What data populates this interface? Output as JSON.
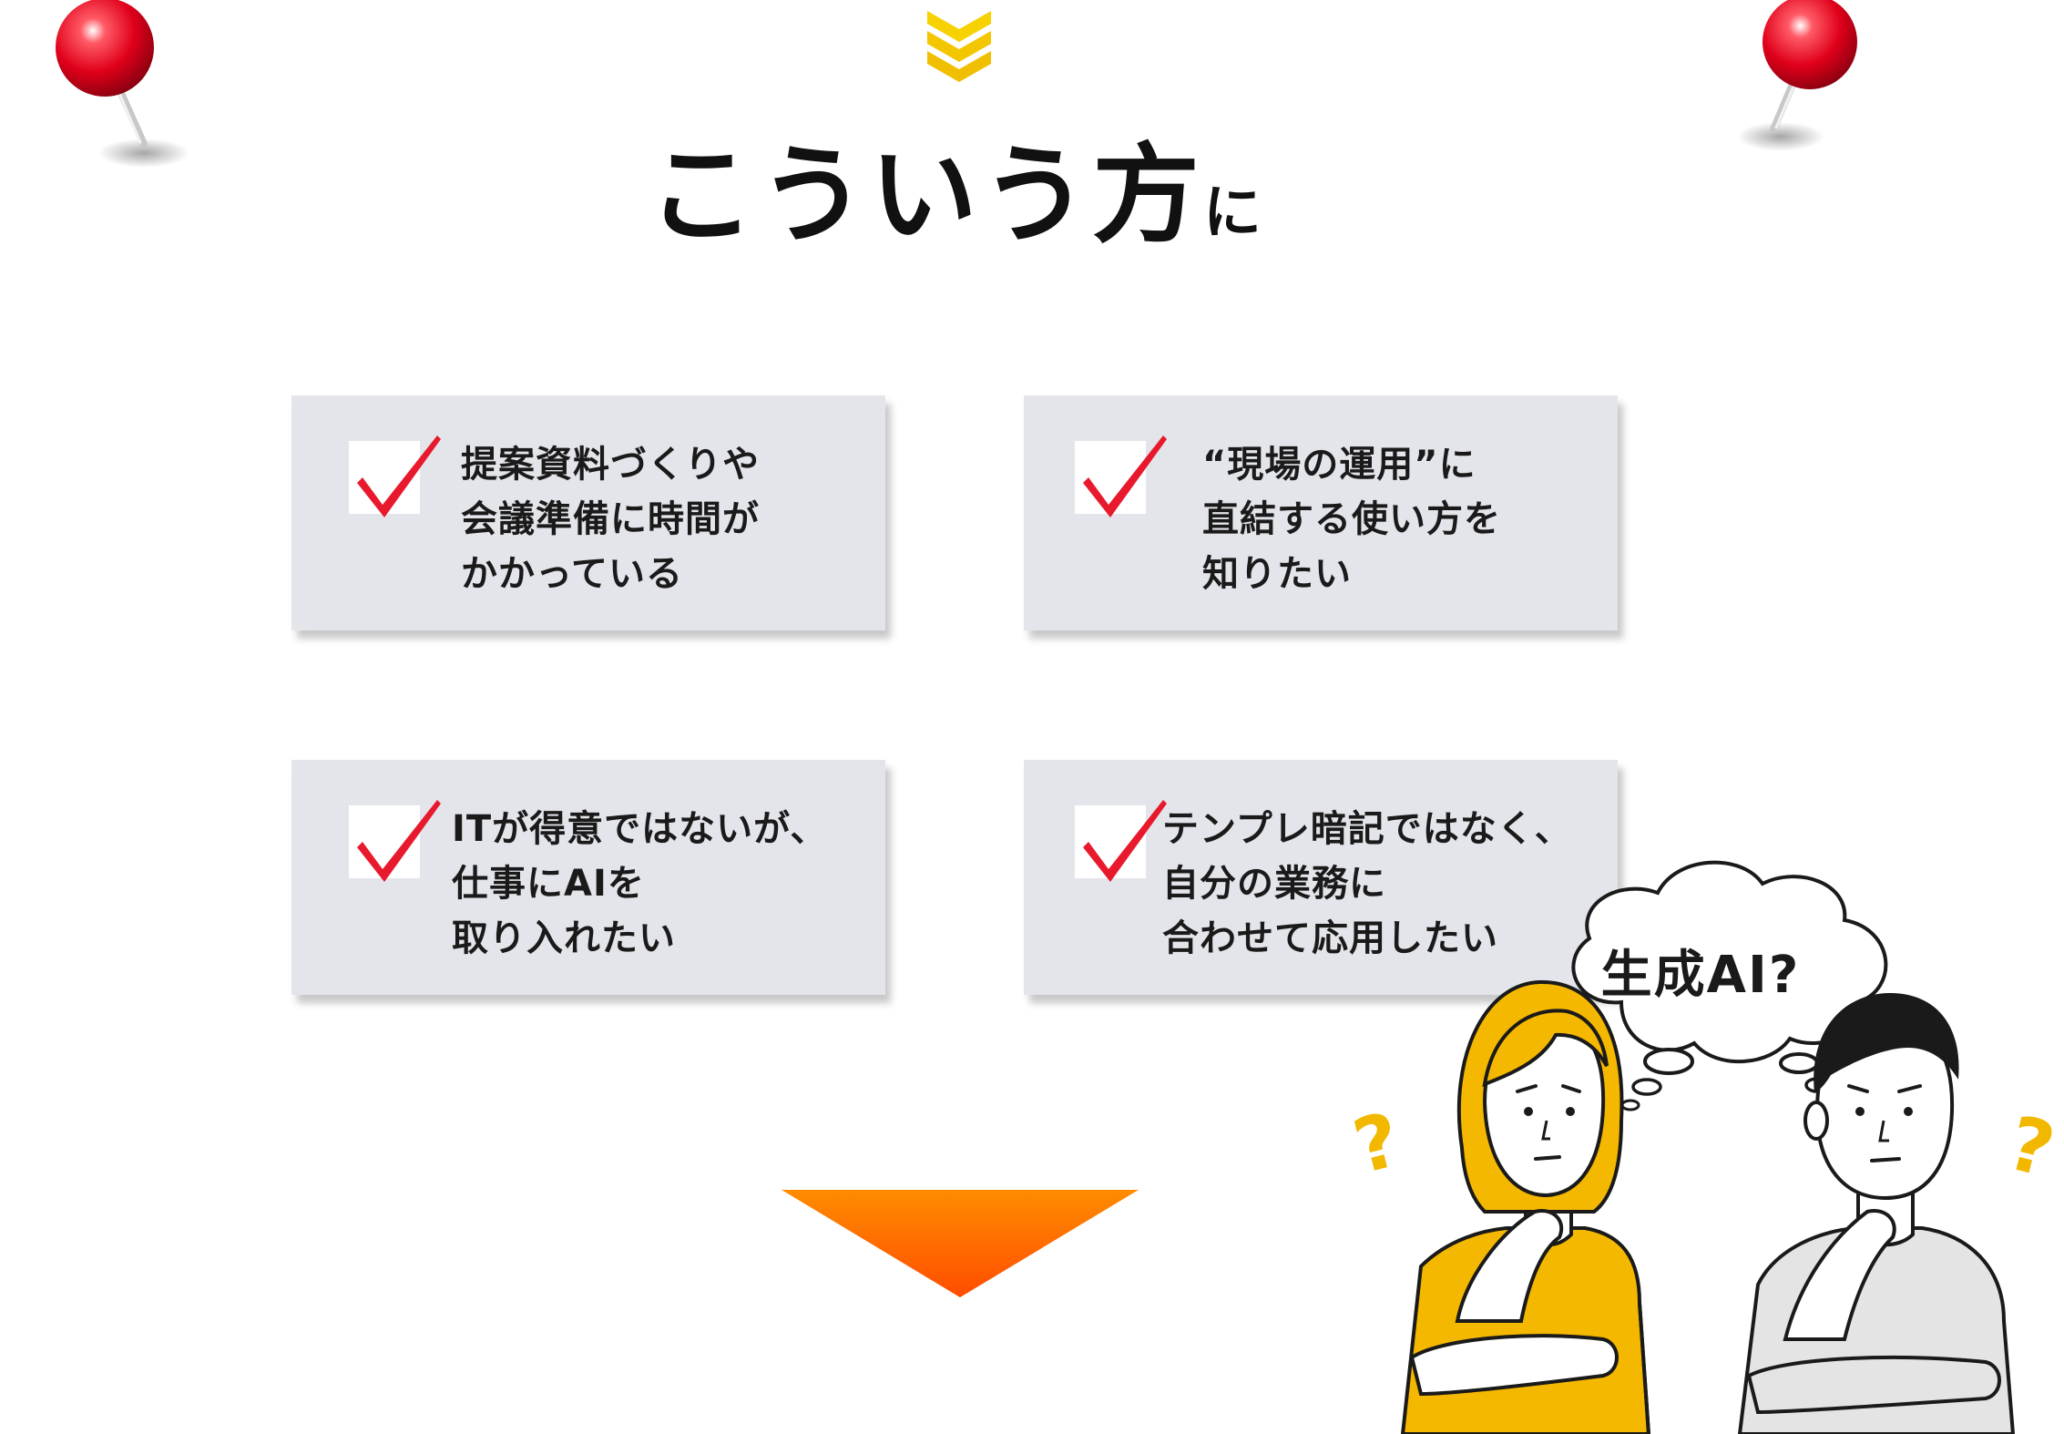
{
  "header": {
    "title_main": "こういう方",
    "title_suffix": "に"
  },
  "cards": [
    {
      "text": "提案資料づくりや\n会議準備に時間が\nかかっている"
    },
    {
      "text": "“現場の運用”に\n直結する使い方を\n知りたい"
    },
    {
      "text": "ITが得意ではないが、\n仕事にAIを\n取り入れたい"
    },
    {
      "text": "テンプレ暗記ではなく、\n自分の業務に\n合わせて応用したい"
    }
  ],
  "illustration": {
    "thought_bubble": "生成AI?",
    "question_mark": "?"
  },
  "icons": {
    "pins": "push-pin-icon",
    "check": "check-icon",
    "chevron": "chevron-down-icon",
    "arrow": "arrow-down-icon"
  },
  "colors": {
    "pin_red": "#e0001a",
    "check_red": "#e8192c",
    "chevron_yellow": "#f5d000",
    "arrow_orange": "#ff6a00",
    "card_bg": "#e3e5eb",
    "accent_yellow": "#f5b800"
  }
}
